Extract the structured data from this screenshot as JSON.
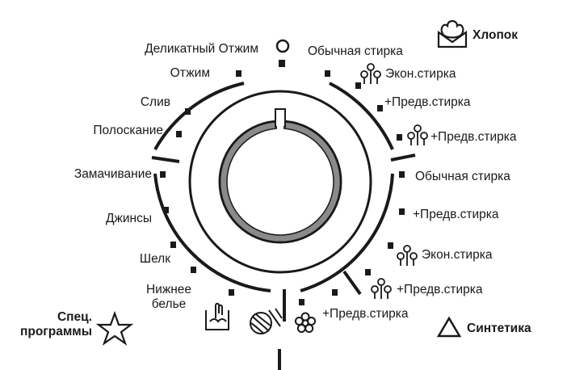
{
  "dial": {
    "off_symbol": "O",
    "left_programs": [
      {
        "key": "delicate_spin",
        "label": "Деликатный Отжим"
      },
      {
        "key": "spin",
        "label": "Отжим"
      },
      {
        "key": "drain",
        "label": "Слив"
      },
      {
        "key": "rinse",
        "label": "Полоскание"
      },
      {
        "key": "soak",
        "label": "Замачивание"
      },
      {
        "key": "jeans",
        "label": "Джинсы"
      },
      {
        "key": "silk",
        "label": "Шелк"
      },
      {
        "key": "underwear",
        "label": "Нижнее белье"
      }
    ],
    "right_programs": [
      {
        "key": "cotton_normal",
        "label": "Обычная стирка"
      },
      {
        "key": "cotton_eco",
        "label": "Экон.стирка",
        "icon": "eco-icon"
      },
      {
        "key": "cotton_prewash",
        "label": "+Предв.стирка"
      },
      {
        "key": "cotton_eco_prewash",
        "label": "+Предв.стирка",
        "icon": "eco-icon"
      },
      {
        "key": "synth_normal",
        "label": "Обычная стирка"
      },
      {
        "key": "synth_prewash",
        "label": "+Предв.стирка"
      },
      {
        "key": "synth_eco",
        "label": "Экон.стирка",
        "icon": "eco-icon"
      },
      {
        "key": "synth_eco_prewash",
        "label": "+Предв.стирка",
        "icon": "eco-icon"
      },
      {
        "key": "flower_prewash",
        "label": "+Предв.стирка"
      }
    ],
    "bottom_icons": [
      "handwash-icon",
      "wool-icon",
      "flower-icon"
    ]
  },
  "categories": {
    "cotton": "Хлопок",
    "synthetics": "Синтетика",
    "special_line1": "Спец.",
    "special_line2": "программы"
  },
  "colors": {
    "ink": "#1a1a1a",
    "knob_ring": "#8a8a8a"
  }
}
